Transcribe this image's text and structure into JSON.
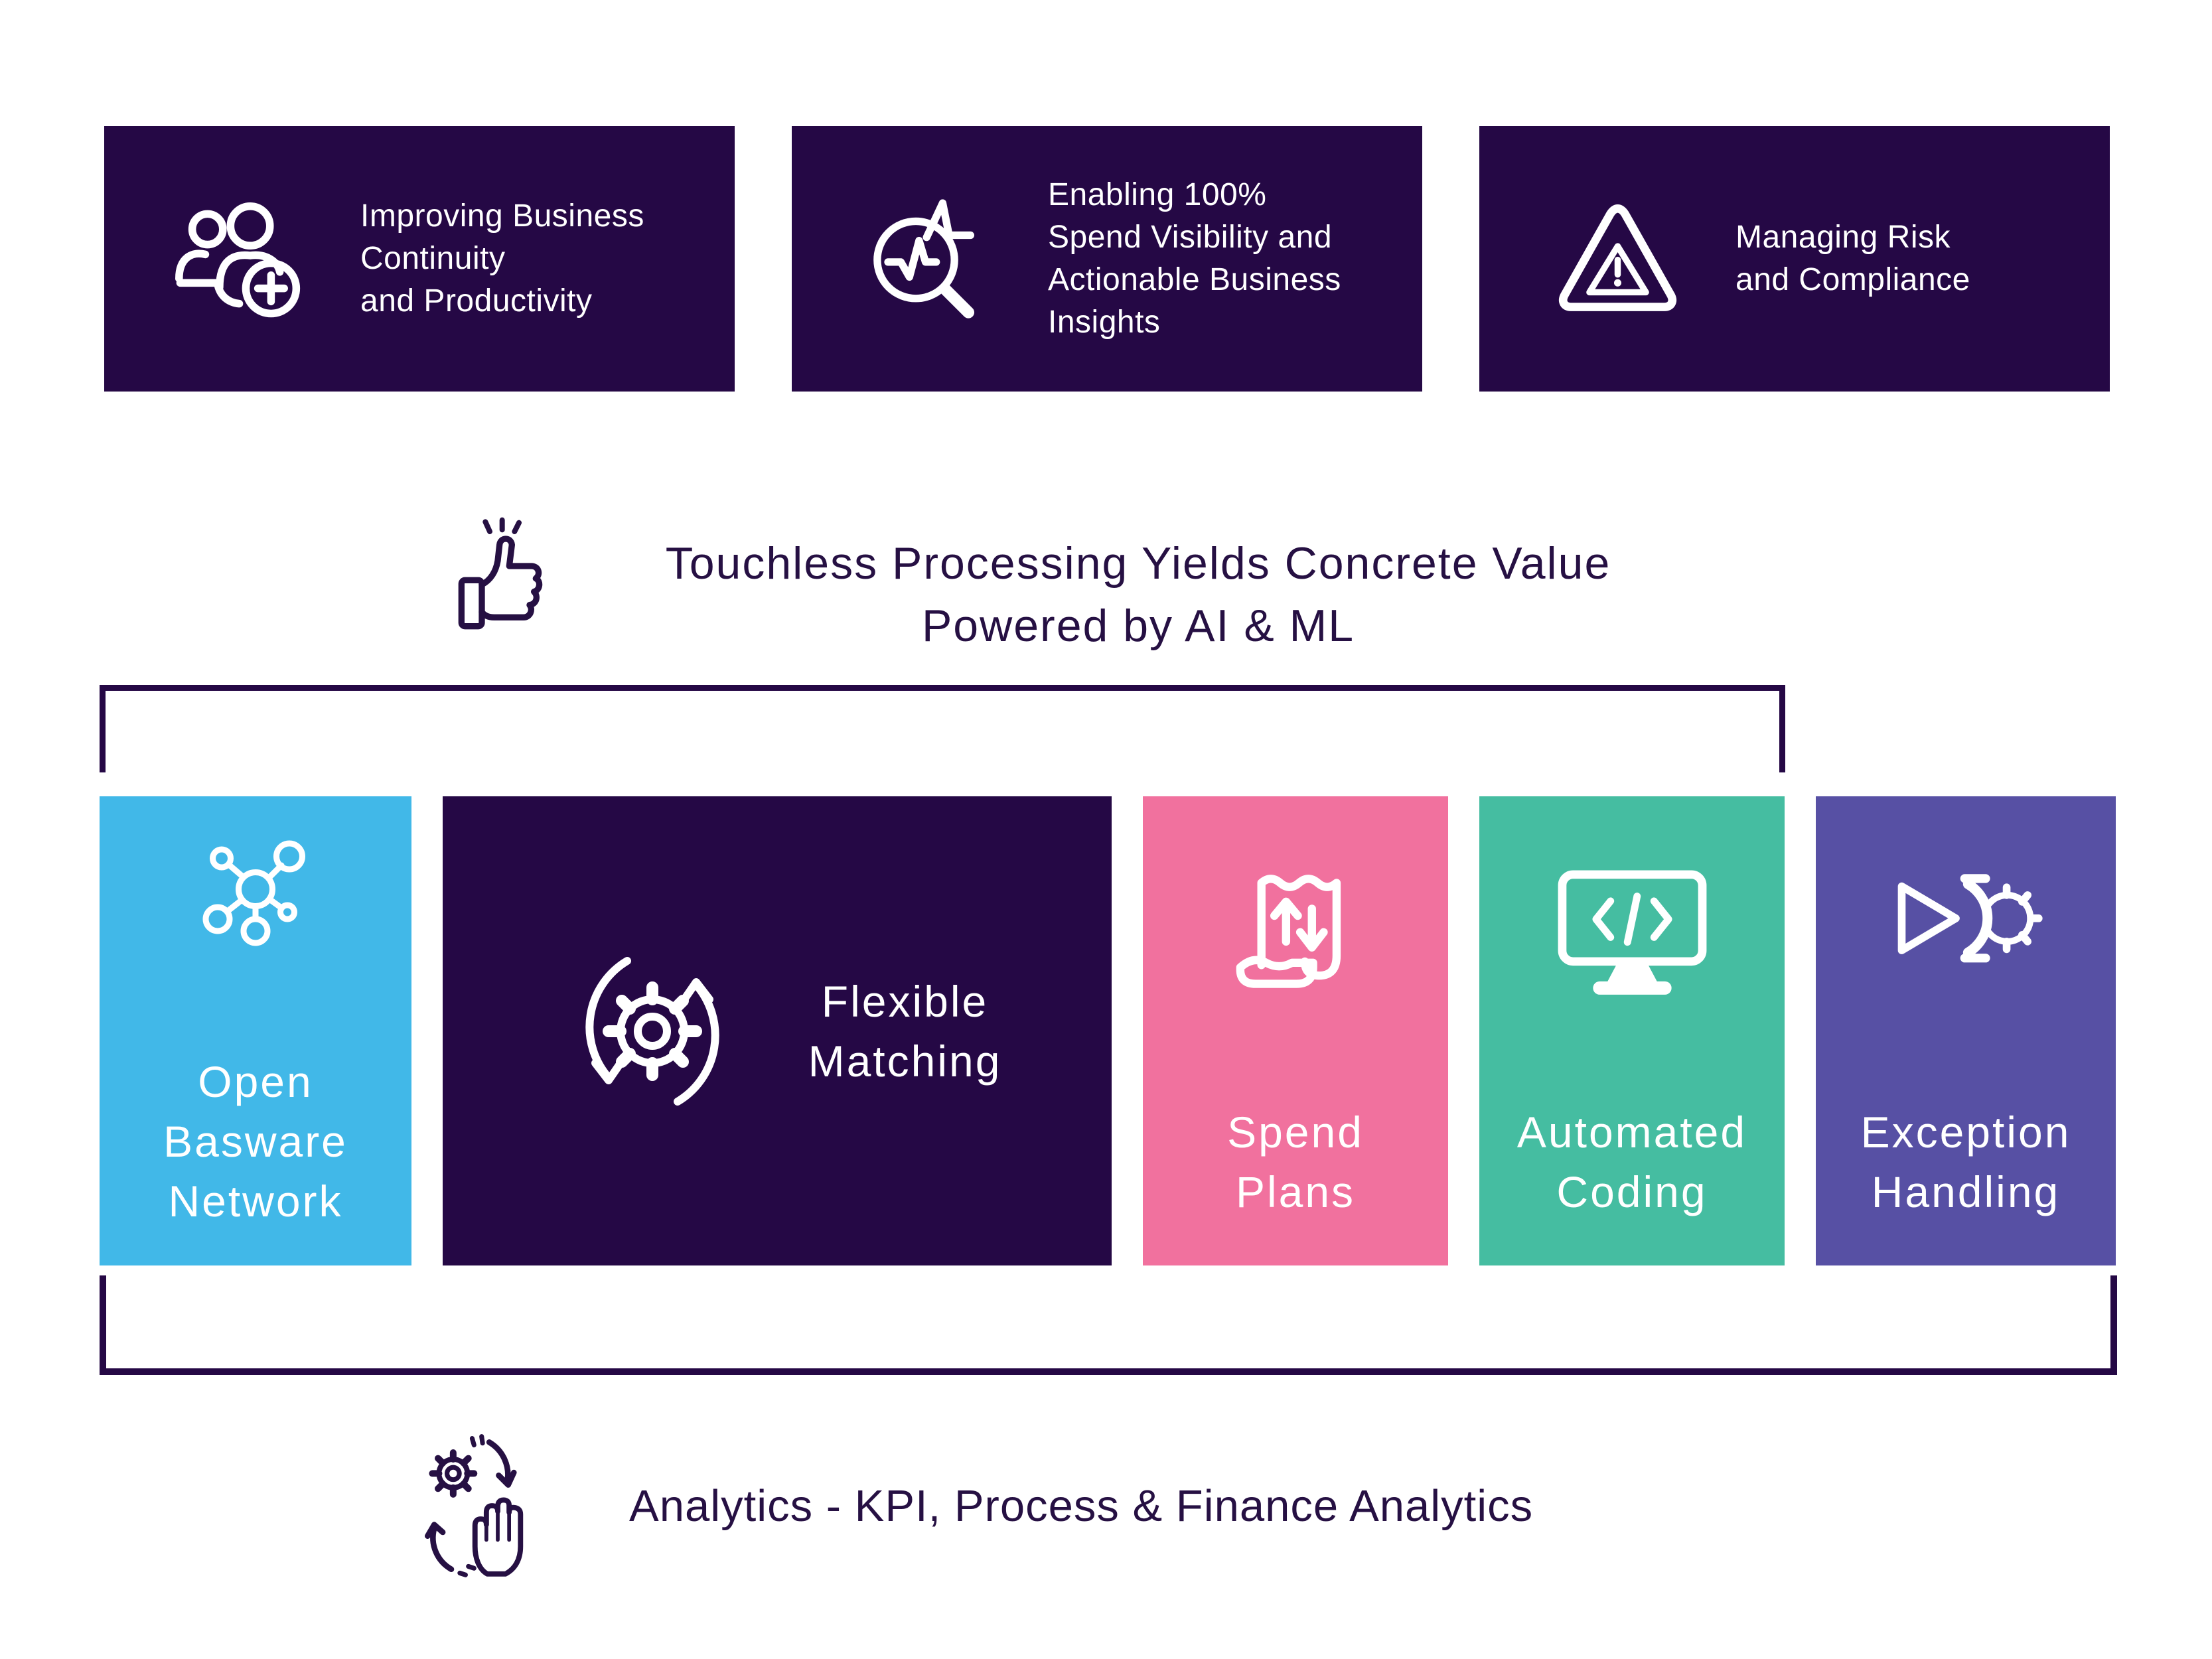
{
  "colors": {
    "ink": "#261043",
    "card_dark": "#250845",
    "white": "#ffffff"
  },
  "benefits": [
    {
      "icon": "users-plus-icon",
      "lines": [
        "Improving Business",
        "Continuity",
        "and Productivity"
      ]
    },
    {
      "icon": "magnifier-chart-icon",
      "lines": [
        "Enabling 100%",
        "Spend Visibility and",
        "Actionable Business",
        "Insights"
      ]
    },
    {
      "icon": "warning-triangle-icon",
      "lines": [
        "Managing Risk",
        "and Compliance"
      ]
    }
  ],
  "headline": {
    "icon": "thumbs-up-icon",
    "line1": "Touchless Processing Yields Concrete Value",
    "line2": "Powered by AI & ML"
  },
  "capabilities": [
    {
      "icon": "network-icon",
      "color": "#41b8e8",
      "lines": [
        "Open",
        "Basware",
        "Network"
      ]
    },
    {
      "icon": "gear-sync-icon",
      "color": "#250845",
      "lines": [
        "Flexible",
        "Matching"
      ]
    },
    {
      "icon": "receipt-arrows-icon",
      "color": "#f1719e",
      "lines": [
        "Spend",
        "Plans"
      ]
    },
    {
      "icon": "monitor-code-icon",
      "color": "#45bda1",
      "lines": [
        "Automated",
        "Coding"
      ]
    },
    {
      "icon": "gear-fastforward-icon",
      "color": "#5750a4",
      "lines": [
        "Exception",
        "Handling"
      ]
    }
  ],
  "footer": {
    "icon": "gear-hand-sync-icon",
    "label": "Analytics - KPI, Process & Finance Analytics"
  }
}
